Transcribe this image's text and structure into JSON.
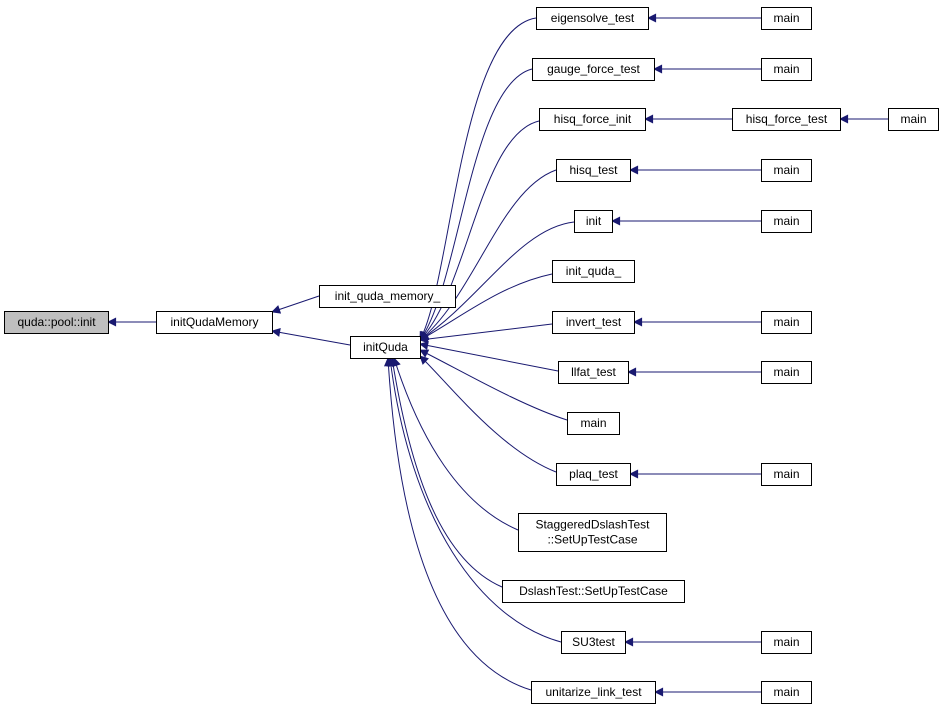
{
  "colors": {
    "edge": "#191970",
    "node_fill": "#ffffff",
    "root_fill": "#bfbfbf",
    "border": "#000000"
  },
  "nodes": {
    "pool_init": {
      "lines": [
        "quda::pool::init"
      ],
      "highlight": true
    },
    "initQudaMemory": {
      "lines": [
        "initQudaMemory"
      ]
    },
    "init_quda_memory_": {
      "lines": [
        "init_quda_memory_"
      ]
    },
    "initQuda": {
      "lines": [
        "initQuda"
      ]
    },
    "eigensolve_test": {
      "lines": [
        "eigensolve_test"
      ]
    },
    "gauge_force_test": {
      "lines": [
        "gauge_force_test"
      ]
    },
    "hisq_force_init": {
      "lines": [
        "hisq_force_init"
      ]
    },
    "hisq_force_test": {
      "lines": [
        "hisq_force_test"
      ]
    },
    "hisq_test": {
      "lines": [
        "hisq_test"
      ]
    },
    "init": {
      "lines": [
        "init"
      ]
    },
    "init_quda_": {
      "lines": [
        "init_quda_"
      ]
    },
    "invert_test": {
      "lines": [
        "invert_test"
      ]
    },
    "llfat_test": {
      "lines": [
        "llfat_test"
      ]
    },
    "main_mid": {
      "lines": [
        "main"
      ]
    },
    "plaq_test": {
      "lines": [
        "plaq_test"
      ]
    },
    "staggered_setup": {
      "lines": [
        "StaggeredDslashTest",
        "::SetUpTestCase"
      ]
    },
    "dslash_setup": {
      "lines": [
        "DslashTest::SetUpTestCase"
      ]
    },
    "su3test": {
      "lines": [
        "SU3test"
      ]
    },
    "unitarize_link_test": {
      "lines": [
        "unitarize_link_test"
      ]
    },
    "main_eigensolve": {
      "lines": [
        "main"
      ]
    },
    "main_gauge": {
      "lines": [
        "main"
      ]
    },
    "main_hisq_force": {
      "lines": [
        "main"
      ]
    },
    "main_hisq": {
      "lines": [
        "main"
      ]
    },
    "main_init": {
      "lines": [
        "main"
      ]
    },
    "main_invert": {
      "lines": [
        "main"
      ]
    },
    "main_llfat": {
      "lines": [
        "main"
      ]
    },
    "main_plaq": {
      "lines": [
        "main"
      ]
    },
    "main_su3": {
      "lines": [
        "main"
      ]
    },
    "main_unitarize": {
      "lines": [
        "main"
      ]
    }
  },
  "edges": [
    {
      "from": "initQudaMemory",
      "to": "pool_init"
    },
    {
      "from": "init_quda_memory_",
      "to": "initQudaMemory"
    },
    {
      "from": "initQuda",
      "to": "initQudaMemory"
    },
    {
      "from": "eigensolve_test",
      "to": "initQuda"
    },
    {
      "from": "gauge_force_test",
      "to": "initQuda"
    },
    {
      "from": "hisq_force_init",
      "to": "initQuda"
    },
    {
      "from": "hisq_test",
      "to": "initQuda"
    },
    {
      "from": "init",
      "to": "initQuda"
    },
    {
      "from": "init_quda_",
      "to": "initQuda"
    },
    {
      "from": "invert_test",
      "to": "initQuda"
    },
    {
      "from": "llfat_test",
      "to": "initQuda"
    },
    {
      "from": "main_mid",
      "to": "initQuda"
    },
    {
      "from": "plaq_test",
      "to": "initQuda"
    },
    {
      "from": "staggered_setup",
      "to": "initQuda"
    },
    {
      "from": "dslash_setup",
      "to": "initQuda"
    },
    {
      "from": "su3test",
      "to": "initQuda"
    },
    {
      "from": "unitarize_link_test",
      "to": "initQuda"
    },
    {
      "from": "main_eigensolve",
      "to": "eigensolve_test"
    },
    {
      "from": "main_gauge",
      "to": "gauge_force_test"
    },
    {
      "from": "hisq_force_test",
      "to": "hisq_force_init"
    },
    {
      "from": "main_hisq_force",
      "to": "hisq_force_test"
    },
    {
      "from": "main_hisq",
      "to": "hisq_test"
    },
    {
      "from": "main_init",
      "to": "init"
    },
    {
      "from": "main_invert",
      "to": "invert_test"
    },
    {
      "from": "main_llfat",
      "to": "llfat_test"
    },
    {
      "from": "main_plaq",
      "to": "plaq_test"
    },
    {
      "from": "main_su3",
      "to": "su3test"
    },
    {
      "from": "main_unitarize",
      "to": "unitarize_link_test"
    }
  ]
}
